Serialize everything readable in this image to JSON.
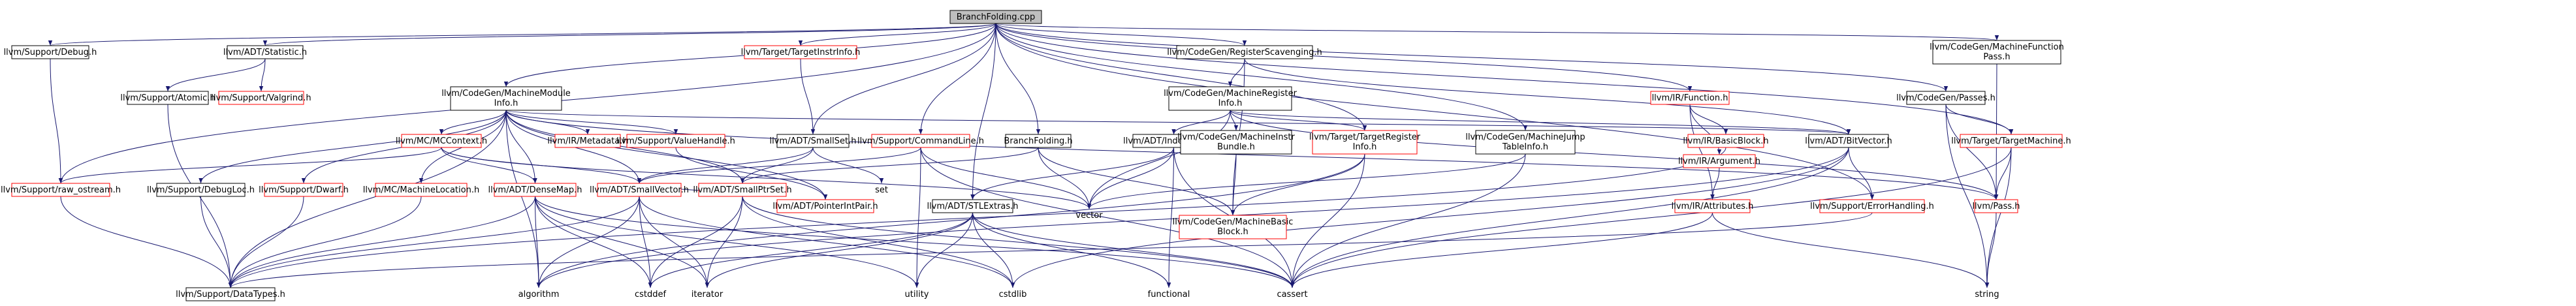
{
  "graph": {
    "root": "BranchFolding.cpp",
    "colors": {
      "root_fill": "#bfbfbf",
      "node_border_black": "#000000",
      "node_border_red": "#ff0000",
      "node_fill": "#ffffff",
      "edge": "#191970",
      "text": "#000000"
    },
    "nodes": [
      {
        "id": "root",
        "label": "BranchFolding.cpp",
        "style": "root"
      },
      {
        "id": "n1",
        "label": "llvm/Support/Debug.h",
        "style": "black"
      },
      {
        "id": "n2",
        "label": "llvm/ADT/Statistic.h",
        "style": "black"
      },
      {
        "id": "n3",
        "label": "llvm/Target/TargetInstrInfo.h",
        "style": "red"
      },
      {
        "id": "n4",
        "label": "llvm/CodeGen/RegisterScavenging.h",
        "style": "black"
      },
      {
        "id": "n5",
        "label": "llvm/CodeGen/MachineFunction\nPass.h",
        "style": "black"
      },
      {
        "id": "n6",
        "label": "llvm/Support/Atomic.h",
        "style": "black"
      },
      {
        "id": "n7",
        "label": "llvm/Support/Valgrind.h",
        "style": "red"
      },
      {
        "id": "n8",
        "label": "llvm/CodeGen/MachineModule\nInfo.h",
        "style": "black"
      },
      {
        "id": "n9",
        "label": "llvm/CodeGen/MachineRegister\nInfo.h",
        "style": "black"
      },
      {
        "id": "n10",
        "label": "llvm/IR/Function.h",
        "style": "red"
      },
      {
        "id": "n11",
        "label": "llvm/CodeGen/Passes.h",
        "style": "black"
      },
      {
        "id": "n12",
        "label": "llvm/MC/MCContext.h",
        "style": "red"
      },
      {
        "id": "n13",
        "label": "llvm/IR/Metadata.h",
        "style": "red"
      },
      {
        "id": "n14",
        "label": "llvm/Support/ValueHandle.h",
        "style": "red"
      },
      {
        "id": "n15",
        "label": "llvm/ADT/SmallSet.h",
        "style": "black"
      },
      {
        "id": "n16",
        "label": "llvm/Support/CommandLine.h",
        "style": "red"
      },
      {
        "id": "n17",
        "label": "BranchFolding.h",
        "style": "black"
      },
      {
        "id": "n18",
        "label": "llvm/ADT/IndexedMap.h",
        "style": "black"
      },
      {
        "id": "n19",
        "label": "llvm/CodeGen/MachineInstr\nBundle.h",
        "style": "black"
      },
      {
        "id": "n20",
        "label": "llvm/Target/TargetRegister\nInfo.h",
        "style": "red"
      },
      {
        "id": "n21",
        "label": "llvm/CodeGen/MachineJump\nTableInfo.h",
        "style": "black"
      },
      {
        "id": "n22",
        "label": "llvm/IR/BasicBlock.h",
        "style": "red"
      },
      {
        "id": "n23",
        "label": "llvm/ADT/BitVector.h",
        "style": "black"
      },
      {
        "id": "n24",
        "label": "llvm/IR/Argument.h",
        "style": "red"
      },
      {
        "id": "n25",
        "label": "llvm/Target/TargetMachine.h",
        "style": "red"
      },
      {
        "id": "n26",
        "label": "llvm/Support/raw_ostream.h",
        "style": "red"
      },
      {
        "id": "n27",
        "label": "llvm/Support/DebugLoc.h",
        "style": "black"
      },
      {
        "id": "n28",
        "label": "llvm/Support/Dwarf.h",
        "style": "red"
      },
      {
        "id": "n29",
        "label": "llvm/MC/MachineLocation.h",
        "style": "red"
      },
      {
        "id": "n30",
        "label": "llvm/ADT/DenseMap.h",
        "style": "red"
      },
      {
        "id": "n31",
        "label": "llvm/ADT/SmallVector.h",
        "style": "red"
      },
      {
        "id": "n32",
        "label": "llvm/ADT/SmallPtrSet.h",
        "style": "red"
      },
      {
        "id": "n33",
        "label": "set",
        "style": "none"
      },
      {
        "id": "n34",
        "label": "llvm/ADT/PointerIntPair.h",
        "style": "red"
      },
      {
        "id": "n35",
        "label": "vector",
        "style": "none"
      },
      {
        "id": "n36",
        "label": "llvm/ADT/STLExtras.h",
        "style": "black"
      },
      {
        "id": "n37",
        "label": "llvm/CodeGen/MachineBasic\nBlock.h",
        "style": "red"
      },
      {
        "id": "n38",
        "label": "llvm/IR/Attributes.h",
        "style": "red"
      },
      {
        "id": "n39",
        "label": "llvm/Support/ErrorHandling.h",
        "style": "red"
      },
      {
        "id": "n40",
        "label": "llvm/Pass.h",
        "style": "red"
      },
      {
        "id": "n41",
        "label": "llvm/Support/DataTypes.h",
        "style": "black"
      },
      {
        "id": "n42",
        "label": "algorithm",
        "style": "none"
      },
      {
        "id": "n43",
        "label": "cstddef",
        "style": "none"
      },
      {
        "id": "n44",
        "label": "iterator",
        "style": "none"
      },
      {
        "id": "n45",
        "label": "utility",
        "style": "none"
      },
      {
        "id": "n46",
        "label": "cstdlib",
        "style": "none"
      },
      {
        "id": "n47",
        "label": "functional",
        "style": "none"
      },
      {
        "id": "n48",
        "label": "cassert",
        "style": "none"
      },
      {
        "id": "n49",
        "label": "string",
        "style": "none"
      }
    ],
    "edges": [
      [
        "root",
        "n1"
      ],
      [
        "root",
        "n2"
      ],
      [
        "root",
        "n3"
      ],
      [
        "root",
        "n4"
      ],
      [
        "root",
        "n5"
      ],
      [
        "root",
        "n8"
      ],
      [
        "root",
        "n15"
      ],
      [
        "root",
        "n16"
      ],
      [
        "root",
        "n17"
      ],
      [
        "root",
        "n10"
      ],
      [
        "root",
        "n11"
      ],
      [
        "root",
        "n20"
      ],
      [
        "root",
        "n21"
      ],
      [
        "root",
        "n25"
      ],
      [
        "root",
        "n26"
      ],
      [
        "root",
        "n36"
      ],
      [
        "root",
        "n39"
      ],
      [
        "n1",
        "n26"
      ],
      [
        "n2",
        "n6"
      ],
      [
        "n2",
        "n7"
      ],
      [
        "n6",
        "n41"
      ],
      [
        "n3",
        "n15"
      ],
      [
        "n4",
        "n9"
      ],
      [
        "n4",
        "n23"
      ],
      [
        "n4",
        "n37"
      ],
      [
        "n5",
        "n40"
      ],
      [
        "n8",
        "n12"
      ],
      [
        "n8",
        "n13"
      ],
      [
        "n8",
        "n14"
      ],
      [
        "n8",
        "n27"
      ],
      [
        "n8",
        "n28"
      ],
      [
        "n8",
        "n29"
      ],
      [
        "n8",
        "n30"
      ],
      [
        "n8",
        "n31"
      ],
      [
        "n8",
        "n32"
      ],
      [
        "n8",
        "n34"
      ],
      [
        "n8",
        "n41"
      ],
      [
        "n8",
        "n42"
      ],
      [
        "n8",
        "n23"
      ],
      [
        "n8",
        "n40"
      ],
      [
        "n9",
        "n18"
      ],
      [
        "n9",
        "n19"
      ],
      [
        "n9",
        "n20"
      ],
      [
        "n9",
        "n23"
      ],
      [
        "n9",
        "n35"
      ],
      [
        "n9",
        "n40"
      ],
      [
        "n10",
        "n22"
      ],
      [
        "n10",
        "n24"
      ],
      [
        "n10",
        "n38"
      ],
      [
        "n11",
        "n25"
      ],
      [
        "n11",
        "n40"
      ],
      [
        "n11",
        "n49"
      ],
      [
        "n12",
        "n30"
      ],
      [
        "n12",
        "n31"
      ],
      [
        "n12",
        "n26"
      ],
      [
        "n12",
        "n35"
      ],
      [
        "n14",
        "n34"
      ],
      [
        "n15",
        "n31"
      ],
      [
        "n15",
        "n32"
      ],
      [
        "n15",
        "n33"
      ],
      [
        "n16",
        "n31"
      ],
      [
        "n16",
        "n35"
      ],
      [
        "n16",
        "n45"
      ],
      [
        "n16",
        "n48"
      ],
      [
        "n17",
        "n32"
      ],
      [
        "n17",
        "n35"
      ],
      [
        "n17",
        "n37"
      ],
      [
        "n18",
        "n36"
      ],
      [
        "n18",
        "n35"
      ],
      [
        "n18",
        "n47"
      ],
      [
        "n18",
        "n48"
      ],
      [
        "n19",
        "n37"
      ],
      [
        "n20",
        "n37"
      ],
      [
        "n20",
        "n48"
      ],
      [
        "n20",
        "n42"
      ],
      [
        "n21",
        "n35"
      ],
      [
        "n21",
        "n48"
      ],
      [
        "n22",
        "n41"
      ],
      [
        "n23",
        "n42"
      ],
      [
        "n23",
        "n48"
      ],
      [
        "n23",
        "n46"
      ],
      [
        "n23",
        "n39"
      ],
      [
        "n24",
        "n38"
      ],
      [
        "n25",
        "n40"
      ],
      [
        "n25",
        "n48"
      ],
      [
        "n25",
        "n49"
      ],
      [
        "n26",
        "n41"
      ],
      [
        "n27",
        "n41"
      ],
      [
        "n28",
        "n41"
      ],
      [
        "n29",
        "n41"
      ],
      [
        "n30",
        "n41"
      ],
      [
        "n30",
        "n42"
      ],
      [
        "n30",
        "n44"
      ],
      [
        "n30",
        "n45"
      ],
      [
        "n30",
        "n48"
      ],
      [
        "n30",
        "n43"
      ],
      [
        "n31",
        "n41"
      ],
      [
        "n31",
        "n42"
      ],
      [
        "n31",
        "n43"
      ],
      [
        "n31",
        "n44"
      ],
      [
        "n31",
        "n46"
      ],
      [
        "n32",
        "n31"
      ],
      [
        "n32",
        "n43"
      ],
      [
        "n32",
        "n44"
      ],
      [
        "n32",
        "n46"
      ],
      [
        "n32",
        "n48"
      ],
      [
        "n36",
        "n43"
      ],
      [
        "n36",
        "n44"
      ],
      [
        "n36",
        "n45"
      ],
      [
        "n36",
        "n47"
      ],
      [
        "n36",
        "n46"
      ],
      [
        "n36",
        "n48"
      ],
      [
        "n38",
        "n49"
      ],
      [
        "n38",
        "n48"
      ],
      [
        "n39",
        "n41"
      ],
      [
        "n40",
        "n49"
      ]
    ]
  }
}
